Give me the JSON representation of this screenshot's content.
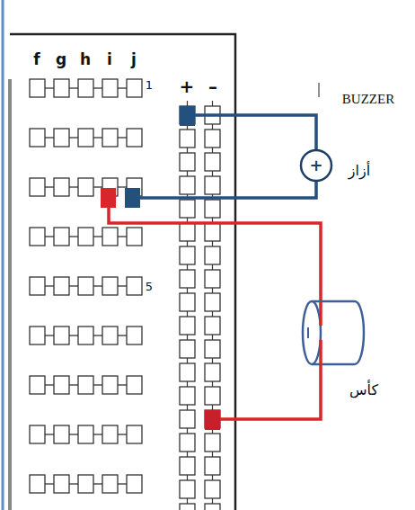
{
  "diagram": {
    "nodes": [
      {
        "text": [
          "+"
        ]
      }
    ],
    "labels": [
      "f",
      "g",
      "h",
      "i",
      "j",
      "1",
      "5",
      "+",
      "–",
      "BUZZER",
      "أزاز",
      "كأس"
    ]
  }
}
